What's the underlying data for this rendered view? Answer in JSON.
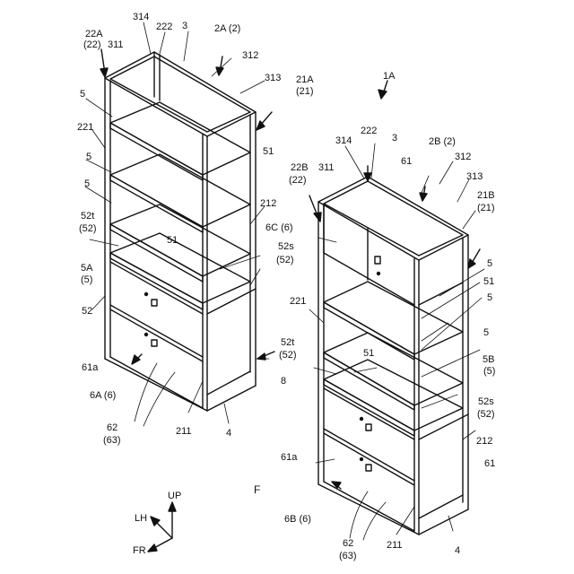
{
  "figure_letter": "F",
  "directions": {
    "up": "UP",
    "lh": "LH",
    "fr": "FR"
  },
  "assembly_label": "1A",
  "left_unit": {
    "labels": {
      "l314": "314",
      "l222": "222",
      "l3": "3",
      "l2a": "2A (2)",
      "l22a_a": "22A",
      "l22a_b": "(22)",
      "l311": "311",
      "l312": "312",
      "l313": "313",
      "l21a_a": "21A",
      "l21a_b": "(21)",
      "l5_1": "5",
      "l221": "221",
      "l5_2": "5",
      "l5_3": "5",
      "l51a": "51",
      "l52t_a": "52t",
      "l52t_b": "(52)",
      "l212": "212",
      "l6c": "6C (6)",
      "l51b": "51",
      "l52s_a": "52s",
      "l52s_b": "(52)",
      "l5a_a": "5A",
      "l5a_b": "(5)",
      "l52": "52",
      "l61a": "61a",
      "l6a": "6A (6)",
      "l8": "8",
      "l62_a": "62",
      "l62_b": "(63)",
      "l211": "211",
      "l4": "4"
    }
  },
  "right_unit": {
    "labels": {
      "l314": "314",
      "l222": "222",
      "l3": "3",
      "l61": "61",
      "l2b": "2B (2)",
      "l312": "312",
      "l22b_a": "22B",
      "l22b_b": "(22)",
      "l311": "311",
      "l313": "313",
      "l21b_a": "21B",
      "l21b_b": "(21)",
      "l5_1": "5",
      "l51": "51",
      "l5_2": "5",
      "l221": "221",
      "l52t_a": "52t",
      "l52t_b": "(52)",
      "l51b": "51",
      "l5_3": "5",
      "l5b_a": "5B",
      "l5b_b": "(5)",
      "l52s_a": "52s",
      "l52s_b": "(52)",
      "l212": "212",
      "l61a": "61a",
      "l61b": "61",
      "l6b": "6B (6)",
      "l62_a": "62",
      "l62_b": "(63)",
      "l211": "211",
      "l4": "4"
    }
  }
}
